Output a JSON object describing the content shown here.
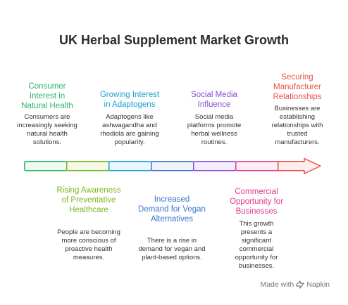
{
  "title": "UK Herbal Supplement Market Growth",
  "steps": [
    {
      "heading": "Consumer Interest in Natural Health",
      "description": "Consumers are increasingly seeking natural health solutions.",
      "color": "#2db36a",
      "position": "top"
    },
    {
      "heading": "Rising Awareness of Preventative Healthcare",
      "description": "People are becoming more conscious of proactive health measures.",
      "color": "#7ab51e",
      "position": "bottom"
    },
    {
      "heading": "Growing Interest in Adaptogens",
      "description": "Adaptogens like ashwagandha and rhodiola are gaining popularity.",
      "color": "#1ba3cf",
      "position": "top"
    },
    {
      "heading": "Increased Demand for Vegan Alternatives",
      "description": "There is a rise in demand for vegan and plant-based options.",
      "color": "#3b75d0",
      "position": "bottom"
    },
    {
      "heading": "Social Media Influence",
      "description": "Social media platforms promote herbal wellness routines.",
      "color": "#8a50d8",
      "position": "top"
    },
    {
      "heading": "Commercial Opportunity for Businesses",
      "description": "This growth presents a significant commercial opportunity for businesses.",
      "color": "#e23a8f",
      "position": "bottom"
    },
    {
      "heading": "Securing Manufacturer Relationships",
      "description": "Businesses are establishing relationships with trusted manufacturers.",
      "color": "#e8524a",
      "position": "top"
    }
  ],
  "footer": {
    "made_with": "Made with",
    "brand": "Napkin",
    "logo_icon": "napkin-logo-icon"
  }
}
